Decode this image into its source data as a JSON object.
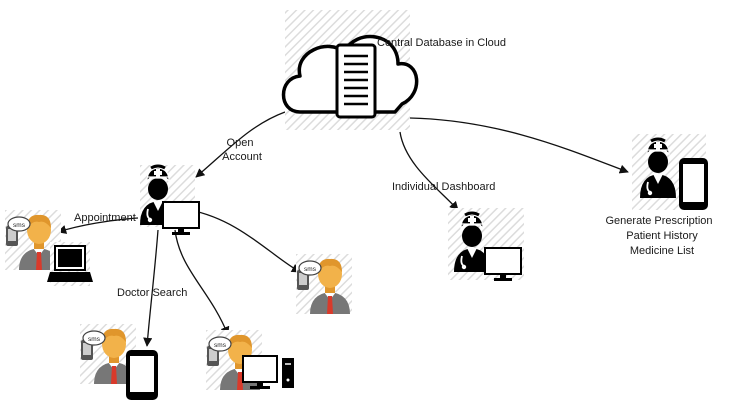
{
  "nodes": {
    "cloud": {
      "label": "Central Database in Cloud",
      "icon": "cloud-server-icon"
    },
    "admin_doctor": {
      "icon": "doctor-with-monitor-icon"
    },
    "patient_laptop": {
      "icon": "patient-sms-laptop-icon"
    },
    "patient_plain": {
      "icon": "patient-sms-icon"
    },
    "patient_phone": {
      "icon": "patient-sms-phone-icon"
    },
    "patient_desktop": {
      "icon": "patient-sms-desktop-icon"
    },
    "dashboard_doctor": {
      "icon": "doctor-with-monitor-icon"
    },
    "mobile_doctor": {
      "icon": "doctor-with-phone-icon",
      "lines": [
        "Generate Prescription",
        "Patient History",
        "Medicine List"
      ]
    }
  },
  "edges": {
    "open_account": {
      "lines": [
        "Open",
        "Account"
      ]
    },
    "appointment": {
      "label": "Appointment"
    },
    "doctor_search": {
      "label": "Doctor Search"
    },
    "individual_dashboard": {
      "label": "Individual Dashboard"
    }
  },
  "colors": {
    "stroke": "#111111",
    "skin": "#f2b24a",
    "skin_dark": "#e0962c",
    "suit": "#777777",
    "tie": "#d93a2b",
    "hatch": "#dddddd"
  }
}
